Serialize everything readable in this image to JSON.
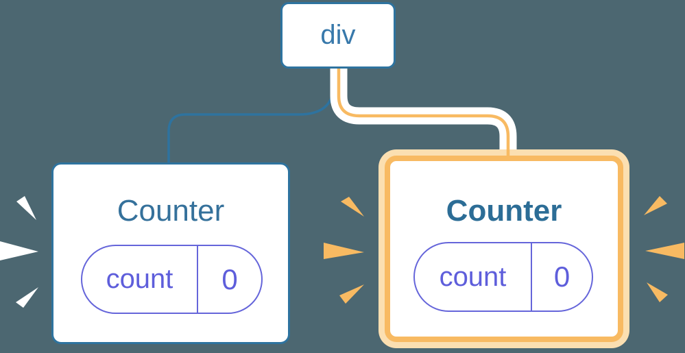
{
  "diagram": {
    "description": "React component tree: a div root with two Counter children; the second Counter is highlighted",
    "root": {
      "label": "div"
    },
    "children": [
      {
        "label": "Counter",
        "highlighted": false,
        "state": {
          "name": "count",
          "value": "0"
        }
      },
      {
        "label": "Counter",
        "highlighted": true,
        "state": {
          "name": "count",
          "value": "0"
        }
      }
    ]
  },
  "colors": {
    "bg": "#4C6771",
    "blue": "#2E739F",
    "blue-text": "#35719B",
    "blue-bold-text": "#2C6D96",
    "div-text": "#3879AB",
    "purple": "#6565DA",
    "purple-text": "#5E5EDB",
    "orange": "#F8BA62",
    "cream": "#FBDFB1",
    "white": "#FFFFFF"
  }
}
